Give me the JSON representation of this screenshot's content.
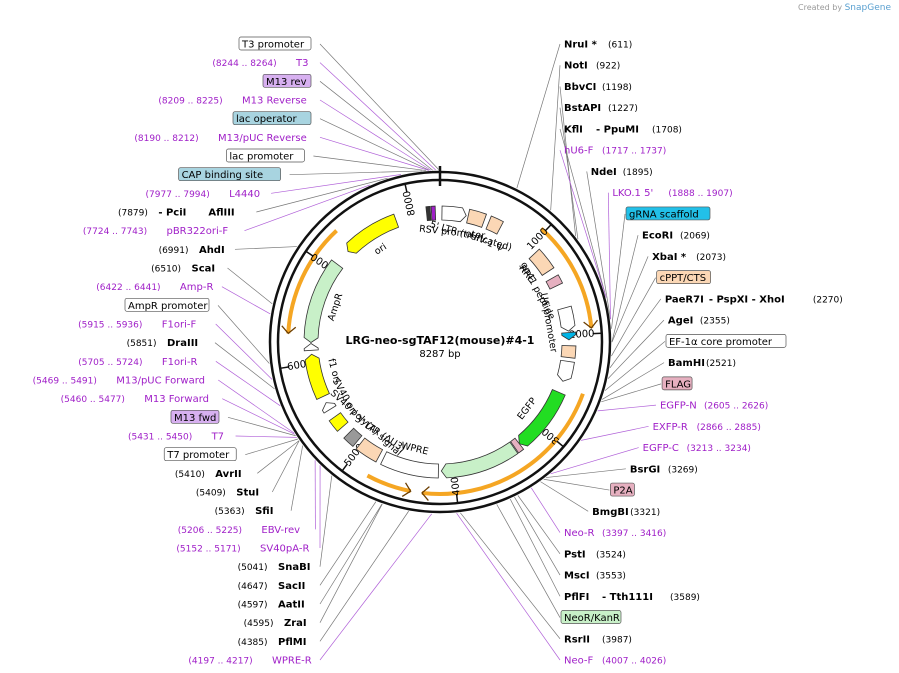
{
  "watermark": {
    "prefix": "Created by",
    "brand": "SnapGene"
  },
  "plasmid": {
    "name": "LRG-neo-sgTAF12(mouse)#4-1",
    "size_label": "8287 bp",
    "length": 8287
  },
  "colors": {
    "primer": "#a020c8",
    "enzyme": "#000000",
    "ori": "#ffff00",
    "ampR": "#c8f0c8",
    "egfp": "#22dd22",
    "orange": "#f5a623",
    "promoter": "#ffffff",
    "protein_bind": "#a8d4e0",
    "misc": "#cccccc",
    "rre": "#fbd7b5",
    "tag": "#e6b0c0",
    "primer_bind": "#d7b0f0",
    "u6": "#00b4e6"
  },
  "tick_labels": [
    "1000",
    "2000",
    "3000",
    "4000",
    "5000",
    "6000",
    "7000",
    "8000"
  ],
  "labels": [
    {
      "pos": 8254,
      "kind": "primer",
      "name": "T3",
      "coords": "(8244 .. 8264)"
    },
    {
      "pos": 8280,
      "kind": "box",
      "name": "T3 promoter",
      "fill": "#ffffff"
    },
    {
      "pos": 8230,
      "kind": "box",
      "name": "M13 rev",
      "fill": "#d7b0f0"
    },
    {
      "pos": 8217,
      "kind": "primer",
      "name": "M13 Reverse",
      "coords": "(8209 .. 8225)"
    },
    {
      "pos": 8205,
      "kind": "box",
      "name": "lac operator",
      "fill": "#a8d4e0"
    },
    {
      "pos": 8201,
      "kind": "primer",
      "name": "M13/pUC Reverse",
      "coords": "(8190 .. 8212)"
    },
    {
      "pos": 8180,
      "kind": "box",
      "name": "lac promoter",
      "fill": "#ffffff"
    },
    {
      "pos": 8150,
      "kind": "box",
      "name": "CAP binding site",
      "fill": "#a8d4e0"
    },
    {
      "pos": 7985,
      "kind": "primer",
      "name": "L4440",
      "coords": "(7977 .. 7994)"
    },
    {
      "pos": 7879,
      "kind": "enzyme",
      "name": "AflIII",
      "extra": " - PciI",
      "coords": "(7879)"
    },
    {
      "pos": 7733,
      "kind": "primer",
      "name": "pBR322ori-F",
      "coords": "(7724 .. 7743)"
    },
    {
      "pos": 6991,
      "kind": "enzyme",
      "name": "AhdI",
      "coords": "(6991)"
    },
    {
      "pos": 6510,
      "kind": "enzyme",
      "name": "ScaI",
      "coords": "(6510)"
    },
    {
      "pos": 6431,
      "kind": "primer",
      "name": "Amp-R",
      "coords": "(6422 .. 6441)"
    },
    {
      "pos": 6050,
      "kind": "box",
      "name": "AmpR promoter",
      "fill": "#ffffff"
    },
    {
      "pos": 5925,
      "kind": "primer",
      "name": "F1ori-F",
      "coords": "(5915 .. 5936)"
    },
    {
      "pos": 5851,
      "kind": "enzyme",
      "name": "DraIII",
      "coords": "(5851)"
    },
    {
      "pos": 5714,
      "kind": "primer",
      "name": "F1ori-R",
      "coords": "(5705 .. 5724)"
    },
    {
      "pos": 5480,
      "kind": "primer",
      "name": "M13/pUC Forward",
      "coords": "(5469 .. 5491)"
    },
    {
      "pos": 5468,
      "kind": "primer",
      "name": "M13 Forward",
      "coords": "(5460 .. 5477)"
    },
    {
      "pos": 5455,
      "kind": "box",
      "name": "M13 fwd",
      "fill": "#d7b0f0"
    },
    {
      "pos": 5440,
      "kind": "primer",
      "name": "T7",
      "coords": "(5431 .. 5450)"
    },
    {
      "pos": 5425,
      "kind": "box",
      "name": "T7 promoter",
      "fill": "#ffffff"
    },
    {
      "pos": 5410,
      "kind": "enzyme",
      "name": "AvrII",
      "coords": "(5410)"
    },
    {
      "pos": 5409,
      "kind": "enzyme",
      "name": "StuI",
      "coords": "(5409)"
    },
    {
      "pos": 5363,
      "kind": "enzyme",
      "name": "SfiI",
      "coords": "(5363)"
    },
    {
      "pos": 5215,
      "kind": "primer",
      "name": "EBV-rev",
      "coords": "(5206 .. 5225)"
    },
    {
      "pos": 5161,
      "kind": "primer",
      "name": "SV40pA-R",
      "coords": "(5152 .. 5171)"
    },
    {
      "pos": 5041,
      "kind": "enzyme",
      "name": "SnaBI",
      "coords": "(5041)"
    },
    {
      "pos": 4647,
      "kind": "enzyme",
      "name": "SacII",
      "coords": "(4647)"
    },
    {
      "pos": 4597,
      "kind": "enzyme",
      "name": "AatII",
      "coords": "(4597)"
    },
    {
      "pos": 4595,
      "kind": "enzyme",
      "name": "ZraI",
      "coords": "(4595)"
    },
    {
      "pos": 4385,
      "kind": "enzyme",
      "name": "PflMI",
      "coords": "(4385)"
    },
    {
      "pos": 4207,
      "kind": "primer",
      "name": "WPRE-R",
      "coords": "(4197 .. 4217)"
    },
    {
      "pos": 4016,
      "kind": "primer",
      "name": "Neo-F",
      "coords": "(4007 .. 4026)"
    },
    {
      "pos": 3987,
      "kind": "enzyme",
      "name": "RsrII",
      "coords": "(3987)"
    },
    {
      "pos": 3700,
      "kind": "box",
      "name": "NeoR/KanR",
      "fill": "#c8f0c8"
    },
    {
      "pos": 3589,
      "kind": "enzyme",
      "name": "PflFI",
      "extra": " - Tth111I",
      "coords": "(3589)"
    },
    {
      "pos": 3553,
      "kind": "enzyme",
      "name": "MscI",
      "coords": "(3553)"
    },
    {
      "pos": 3524,
      "kind": "enzyme",
      "name": "PstI",
      "coords": "(3524)"
    },
    {
      "pos": 3406,
      "kind": "primer",
      "name": "Neo-R",
      "coords": "(3397 .. 3416)"
    },
    {
      "pos": 3321,
      "kind": "enzyme",
      "name": "BmgBI",
      "coords": "(3321)"
    },
    {
      "pos": 3290,
      "kind": "box",
      "name": "P2A",
      "fill": "#e6b0c0"
    },
    {
      "pos": 3269,
      "kind": "enzyme",
      "name": "BsrGI",
      "coords": "(3269)"
    },
    {
      "pos": 3223,
      "kind": "primer",
      "name": "EGFP-C",
      "coords": "(3213 .. 3234)"
    },
    {
      "pos": 2875,
      "kind": "primer",
      "name": "EXFP-R",
      "coords": "(2866 .. 2885)"
    },
    {
      "pos": 2615,
      "kind": "primer",
      "name": "EGFP-N",
      "coords": "(2605 .. 2626)"
    },
    {
      "pos": 2540,
      "kind": "box",
      "name": "FLAG",
      "fill": "#e6b0c0"
    },
    {
      "pos": 2521,
      "kind": "enzyme",
      "name": "BamHI",
      "coords": "(2521)"
    },
    {
      "pos": 2450,
      "kind": "box",
      "name": "EF-1α core promoter",
      "fill": "#ffffff"
    },
    {
      "pos": 2355,
      "kind": "enzyme",
      "name": "AgeI",
      "coords": "(2355)"
    },
    {
      "pos": 2270,
      "kind": "enzyme",
      "name": "PaeR7I",
      "extra": " - PspXI  - XhoI",
      "coords": "(2270)"
    },
    {
      "pos": 2180,
      "kind": "box",
      "name": "cPPT/CTS",
      "fill": "#fbd7b5"
    },
    {
      "pos": 2073,
      "kind": "enzyme",
      "name": "XbaI *",
      "coords": "(2073)"
    },
    {
      "pos": 2069,
      "kind": "enzyme",
      "name": "EcoRI",
      "coords": "(2069)"
    },
    {
      "pos": 1970,
      "kind": "box",
      "name": "gRNA scaffold",
      "fill": "#22c0e8"
    },
    {
      "pos": 1895,
      "kind": "enzyme",
      "name": "NdeI",
      "coords": "(1895)"
    },
    {
      "pos": 1897,
      "kind": "primer",
      "name": "LKO.1 5'",
      "coords": "(1888 .. 1907)"
    },
    {
      "pos": 1727,
      "kind": "primer",
      "name": "hU6-F",
      "coords": "(1717 .. 1737)"
    },
    {
      "pos": 1708,
      "kind": "enzyme",
      "name": "KflI",
      "extra": " - PpuMI",
      "coords": "(1708)"
    },
    {
      "pos": 1227,
      "kind": "enzyme",
      "name": "BstAPI",
      "coords": "(1227)"
    },
    {
      "pos": 1198,
      "kind": "enzyme",
      "name": "BbvCI",
      "coords": "(1198)"
    },
    {
      "pos": 922,
      "kind": "enzyme",
      "name": "NotI",
      "coords": "(922)"
    },
    {
      "pos": 611,
      "kind": "enzyme",
      "name": "NruI *",
      "coords": "(611)"
    }
  ],
  "inner_features": [
    {
      "name": "RSV promoter",
      "start": 20,
      "end": 270,
      "fill": "#ffffff",
      "dir": 1
    },
    {
      "name": "5' LTR (truncated)",
      "start": 290,
      "end": 460,
      "fill": "#fbd7b5",
      "dir": 0
    },
    {
      "name": "HIV-1 Ψ",
      "start": 510,
      "end": 640,
      "fill": "#fbd7b5",
      "dir": 0
    },
    {
      "name": "RRE",
      "start": 1080,
      "end": 1310,
      "fill": "#fbd7b5",
      "dir": 0
    },
    {
      "name": "gp41 peptide",
      "start": 1390,
      "end": 1480,
      "fill": "#e6b0c0",
      "dir": 0
    },
    {
      "name": "U6 promoter",
      "start": 1720,
      "end": 1960,
      "fill": "#ffffff",
      "dir": 1
    },
    {
      "name": "",
      "start": 1975,
      "end": 2050,
      "fill": "#00b4e6",
      "dir": 1
    },
    {
      "name": "",
      "start": 2110,
      "end": 2230,
      "fill": "#fbd7b5",
      "dir": 0
    },
    {
      "name": "",
      "start": 2270,
      "end": 2480,
      "fill": "#ffffff",
      "dir": 1
    },
    {
      "name": "EGFP",
      "start": 2600,
      "end": 3270,
      "fill": "#22dd22",
      "dir": 1
    },
    {
      "name": "",
      "start": 3270,
      "end": 3330,
      "fill": "#e6b0c0",
      "dir": 0
    },
    {
      "name": "",
      "start": 3340,
      "end": 4130,
      "fill": "#c8f0c8",
      "dir": 1
    },
    {
      "name": "WPRE",
      "start": 4160,
      "end": 4740,
      "fill": "#ffffff",
      "dir": 0
    },
    {
      "name": "3' LTR (ΔU3)",
      "start": 4790,
      "end": 5020,
      "fill": "#fbd7b5",
      "dir": 0
    },
    {
      "name": "SV40 poly(A) signal",
      "start": 5060,
      "end": 5180,
      "fill": "#999999",
      "dir": 0
    },
    {
      "name": "",
      "start": 5270,
      "end": 5400,
      "fill": "#ffff00",
      "dir": 0
    },
    {
      "name": "SV40 ori",
      "start": 5490,
      "end": 5570,
      "fill": "#ffffff",
      "dir": 1
    },
    {
      "name": "f1 ori",
      "start": 5640,
      "end": 6090,
      "fill": "#ffff00",
      "dir": 1
    },
    {
      "name": "",
      "start": 6130,
      "end": 6200,
      "fill": "#ffffff",
      "dir": 1
    },
    {
      "name": "AmpR",
      "start": 6210,
      "end": 7070,
      "fill": "#c8f0c8",
      "dir": -1
    },
    {
      "name": "ori",
      "start": 7240,
      "end": 7830,
      "fill": "#ffff00",
      "dir": -1
    },
    {
      "name": "",
      "start": 8150,
      "end": 8190,
      "fill": "#333333",
      "dir": 0
    },
    {
      "name": "",
      "start": 8200,
      "end": 8240,
      "fill": "#a020c8",
      "dir": 0
    }
  ],
  "orange_arcs": [
    {
      "start": 960,
      "end": 1950,
      "dir": 1
    },
    {
      "start": 2530,
      "end": 4300,
      "dir": 1
    },
    {
      "start": 4400,
      "end": 4800,
      "dir": -1
    },
    {
      "start": 6290,
      "end": 7300,
      "dir": -1
    }
  ]
}
